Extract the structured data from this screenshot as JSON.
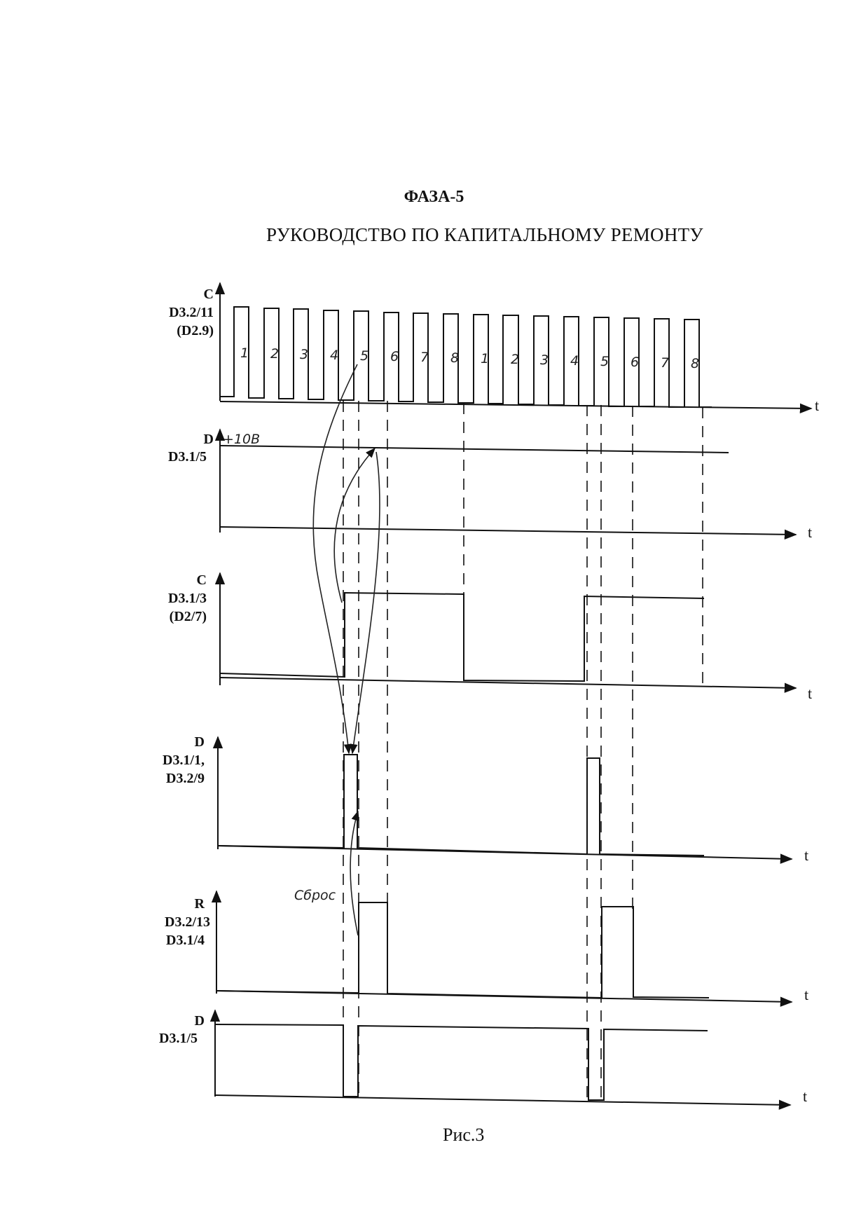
{
  "header": {
    "title": "ФАЗА-5",
    "subtitle": "РУКОВОДСТВО ПО КАПИТАЛЬНОМУ РЕМОНТУ"
  },
  "caption": "Рис.3",
  "time_axis_label": "t",
  "diagram": {
    "pulse_numbers": [
      "1",
      "2",
      "3",
      "4",
      "5",
      "6",
      "7",
      "8",
      "1",
      "2",
      "3",
      "4",
      "5",
      "6",
      "7",
      "8"
    ],
    "signals": [
      {
        "id": "clock",
        "lines": [
          "C",
          "D3.2/11",
          "(D2.9)"
        ]
      },
      {
        "id": "d315a",
        "lines": [
          "D",
          "D3.1/5"
        ],
        "level_note": "+10В"
      },
      {
        "id": "d313",
        "lines": [
          "C",
          "D3.1/3",
          "(D2/7)"
        ]
      },
      {
        "id": "d311",
        "lines": [
          "D",
          "D3.1/1,",
          "D3.2/9"
        ]
      },
      {
        "id": "reset",
        "lines": [
          "R",
          "D3.2/13",
          "D3.1/4"
        ],
        "note": "Сброс"
      },
      {
        "id": "d315b",
        "lines": [
          "D",
          "D3.1/5"
        ]
      }
    ]
  }
}
